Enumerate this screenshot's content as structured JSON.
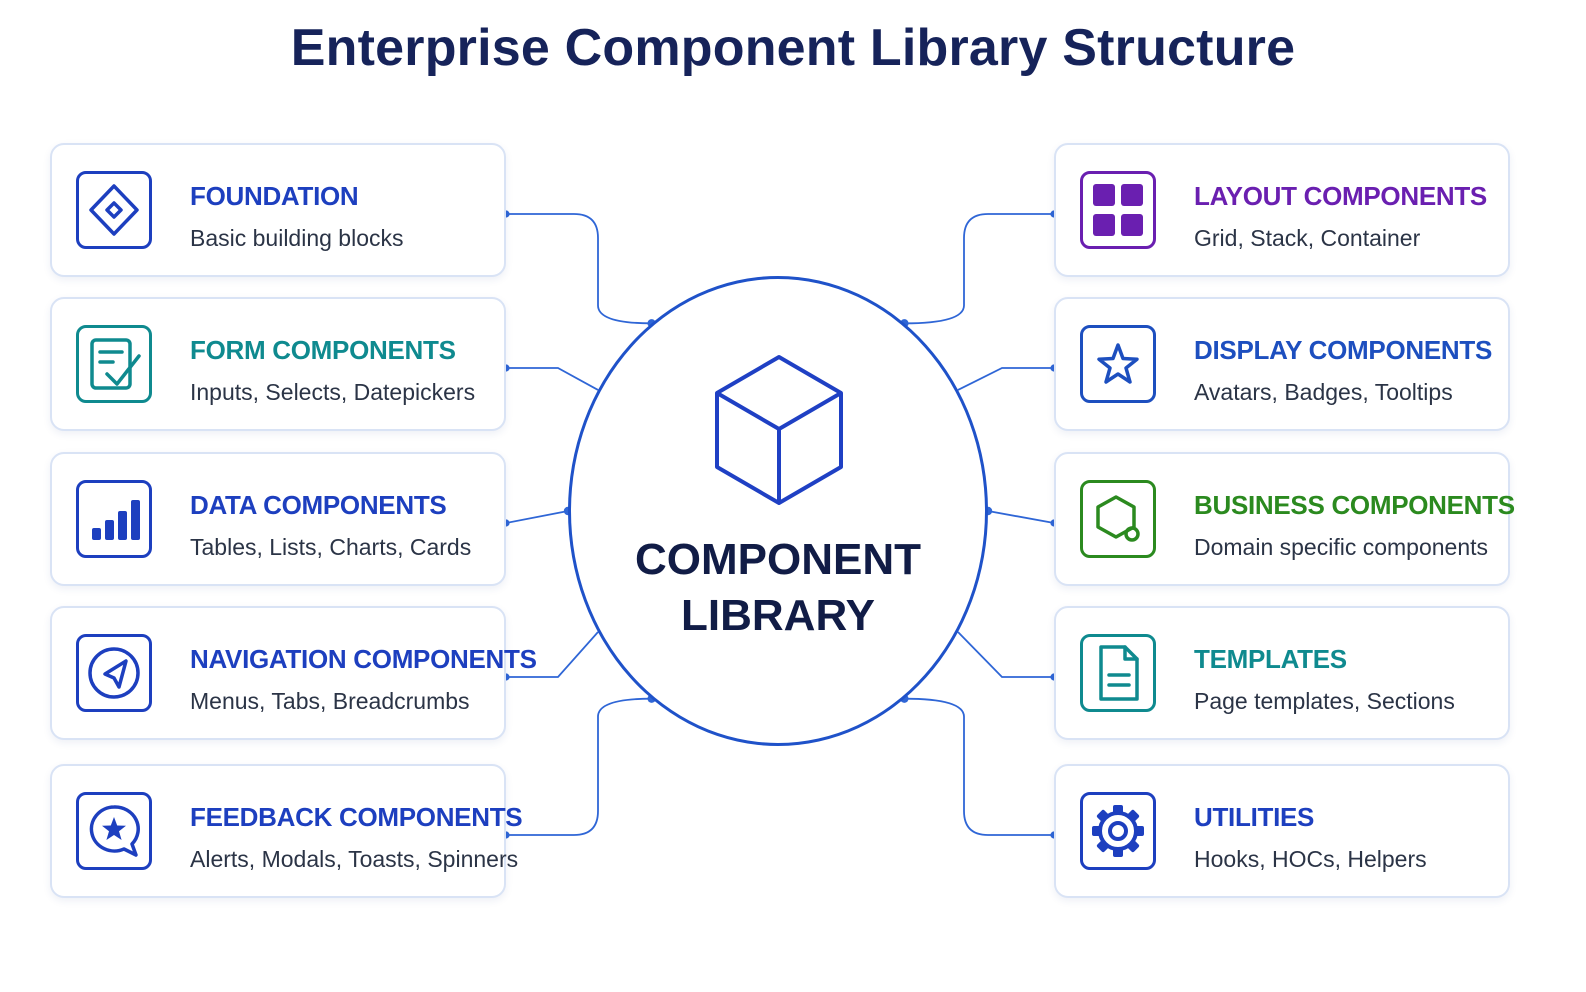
{
  "title": "Enterprise Component Library Structure",
  "hub": {
    "line1": "COMPONENT",
    "line2": "LIBRARY"
  },
  "colors": {
    "navy": "#16235a",
    "blue": "#1f52c9",
    "teal": "#0f8a8f",
    "purple": "#6a1fb0",
    "green": "#2b8a1f",
    "connector": "#2f66d6"
  },
  "left_cards": [
    {
      "title": "FOUNDATION",
      "desc": "Basic building blocks",
      "icon": "diamond-icon",
      "color": "#1d3fbf"
    },
    {
      "title": "FORM COMPONENTS",
      "desc": "Inputs, Selects, Datepickers",
      "icon": "form-check-icon",
      "color": "#0f8a8f"
    },
    {
      "title": "DATA COMPONENTS",
      "desc": "Tables, Lists, Charts, Cards",
      "icon": "bar-chart-icon",
      "color": "#1d3fbf"
    },
    {
      "title": "NAVIGATION COMPONENTS",
      "desc": "Menus, Tabs, Breadcrumbs",
      "icon": "compass-icon",
      "color": "#1d3fbf"
    },
    {
      "title": "FEEDBACK COMPONENTS",
      "desc": "Alerts, Modals, Toasts, Spinners",
      "icon": "chat-star-icon",
      "color": "#1d3fbf"
    }
  ],
  "right_cards": [
    {
      "title": "LAYOUT COMPONENTS",
      "desc": "Grid, Stack, Container",
      "icon": "grid-icon",
      "color": "#6a1fb0"
    },
    {
      "title": "DISPLAY COMPONENTS",
      "desc": "Avatars, Badges, Tooltips",
      "icon": "star-icon",
      "color": "#1d4fbf"
    },
    {
      "title": "BUSINESS COMPONENTS",
      "desc": "Domain specific components",
      "icon": "hexagon-icon",
      "color": "#2b8a1f"
    },
    {
      "title": "TEMPLATES",
      "desc": "Page templates, Sections",
      "icon": "document-icon",
      "color": "#0f8a8f"
    },
    {
      "title": "UTILITIES",
      "desc": "Hooks, HOCs, Helpers",
      "icon": "gear-icon",
      "color": "#1d3fbf"
    }
  ]
}
